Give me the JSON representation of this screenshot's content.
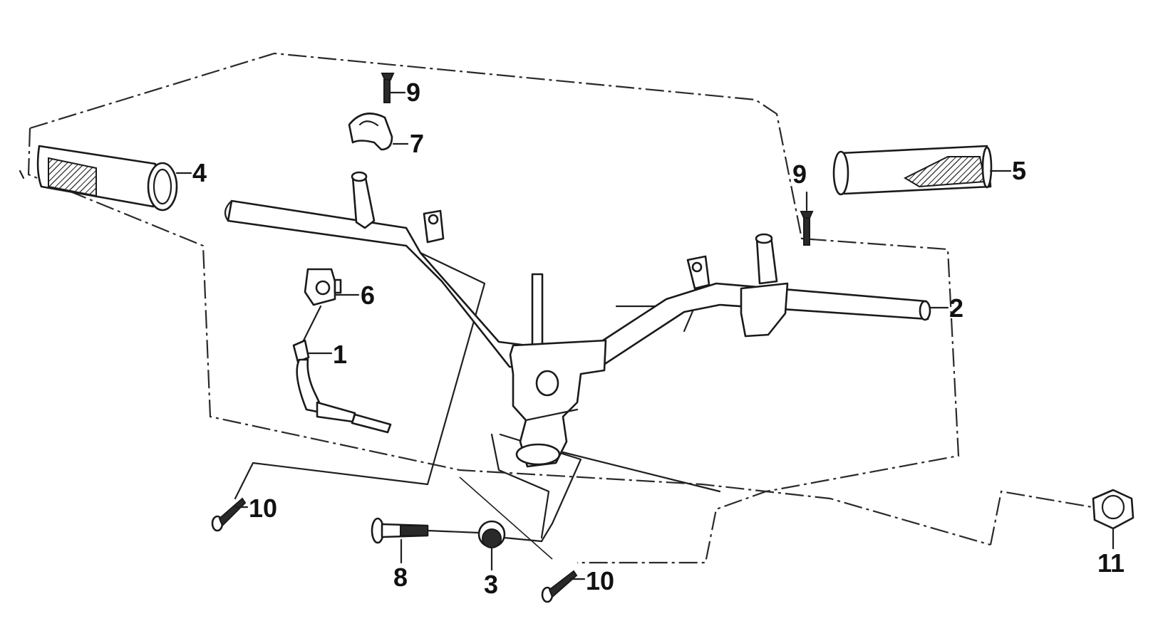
{
  "diagram": {
    "callouts": [
      {
        "id": "c1",
        "label": "1"
      },
      {
        "id": "c2",
        "label": "2"
      },
      {
        "id": "c3",
        "label": "3"
      },
      {
        "id": "c4",
        "label": "4"
      },
      {
        "id": "c5",
        "label": "5"
      },
      {
        "id": "c6",
        "label": "6"
      },
      {
        "id": "c7",
        "label": "7"
      },
      {
        "id": "c8",
        "label": "8"
      },
      {
        "id": "c9a",
        "label": "9"
      },
      {
        "id": "c9b",
        "label": "9"
      },
      {
        "id": "c10a",
        "label": "10"
      },
      {
        "id": "c10b",
        "label": "10"
      },
      {
        "id": "c11",
        "label": "11"
      }
    ]
  }
}
